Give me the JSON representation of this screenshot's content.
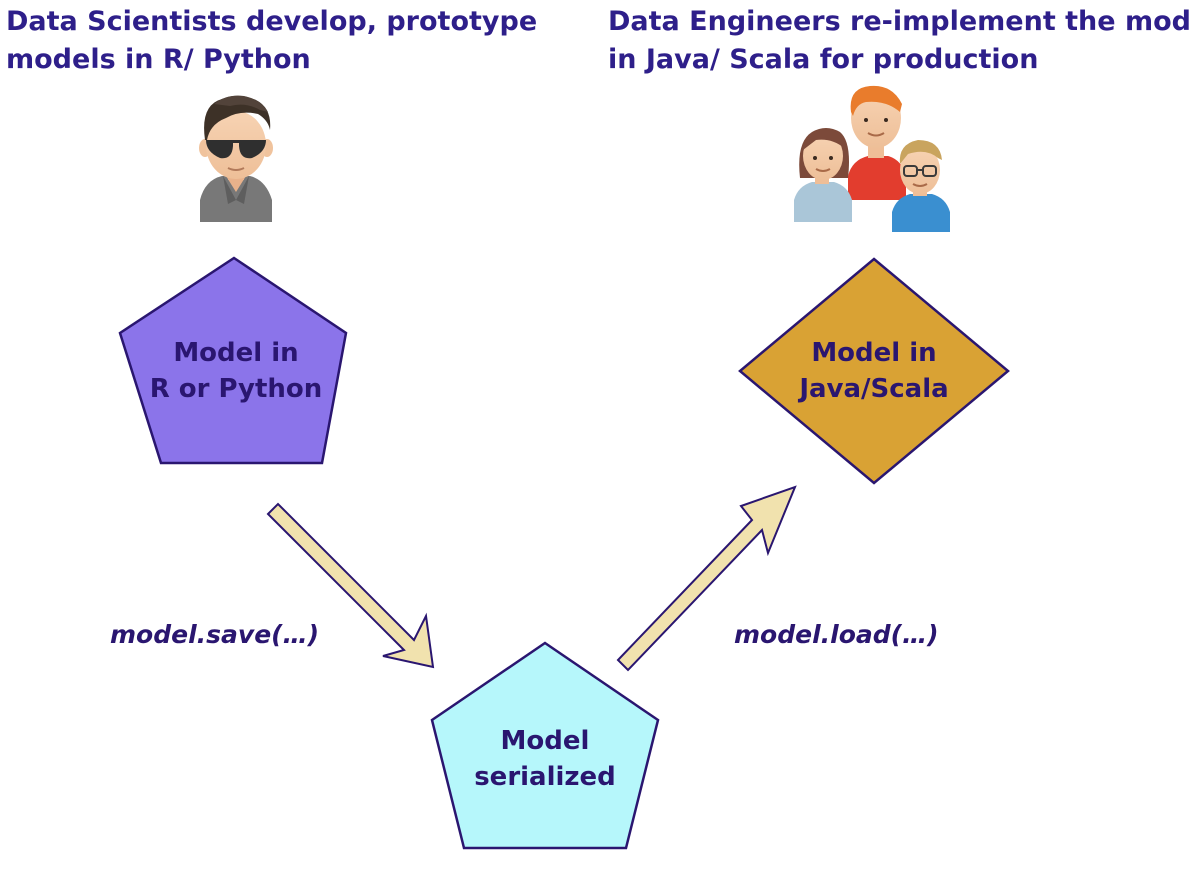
{
  "headings": {
    "data_scientists": {
      "line1": "Data Scientists develop, prototype",
      "line2": "models in R/ Python"
    },
    "data_engineers": {
      "line1": "Data Engineers re-implement the model",
      "line2": "in Java/ Scala for production"
    }
  },
  "nodes": {
    "model_r_python": {
      "line1": "Model in",
      "line2": "R or Python",
      "fill": "#8b74ea"
    },
    "model_java_scala": {
      "line1": "Model in",
      "line2": "Java/Scala",
      "fill": "#d9a234"
    },
    "model_serialized": {
      "line1": "Model",
      "line2": "serialized",
      "fill": "#b6f7fb"
    }
  },
  "edges": {
    "save": {
      "label": "model.save(…)"
    },
    "load": {
      "label": "model.load(…)"
    }
  },
  "icons": {
    "data_scientist": "data-scientist-avatar-icon",
    "data_engineers": "data-engineers-group-icon"
  },
  "colors": {
    "heading": "#2e1f8a",
    "node_stroke": "#2a1670",
    "arrow_fill": "#f1e2ae",
    "arrow_stroke": "#2a1670"
  }
}
